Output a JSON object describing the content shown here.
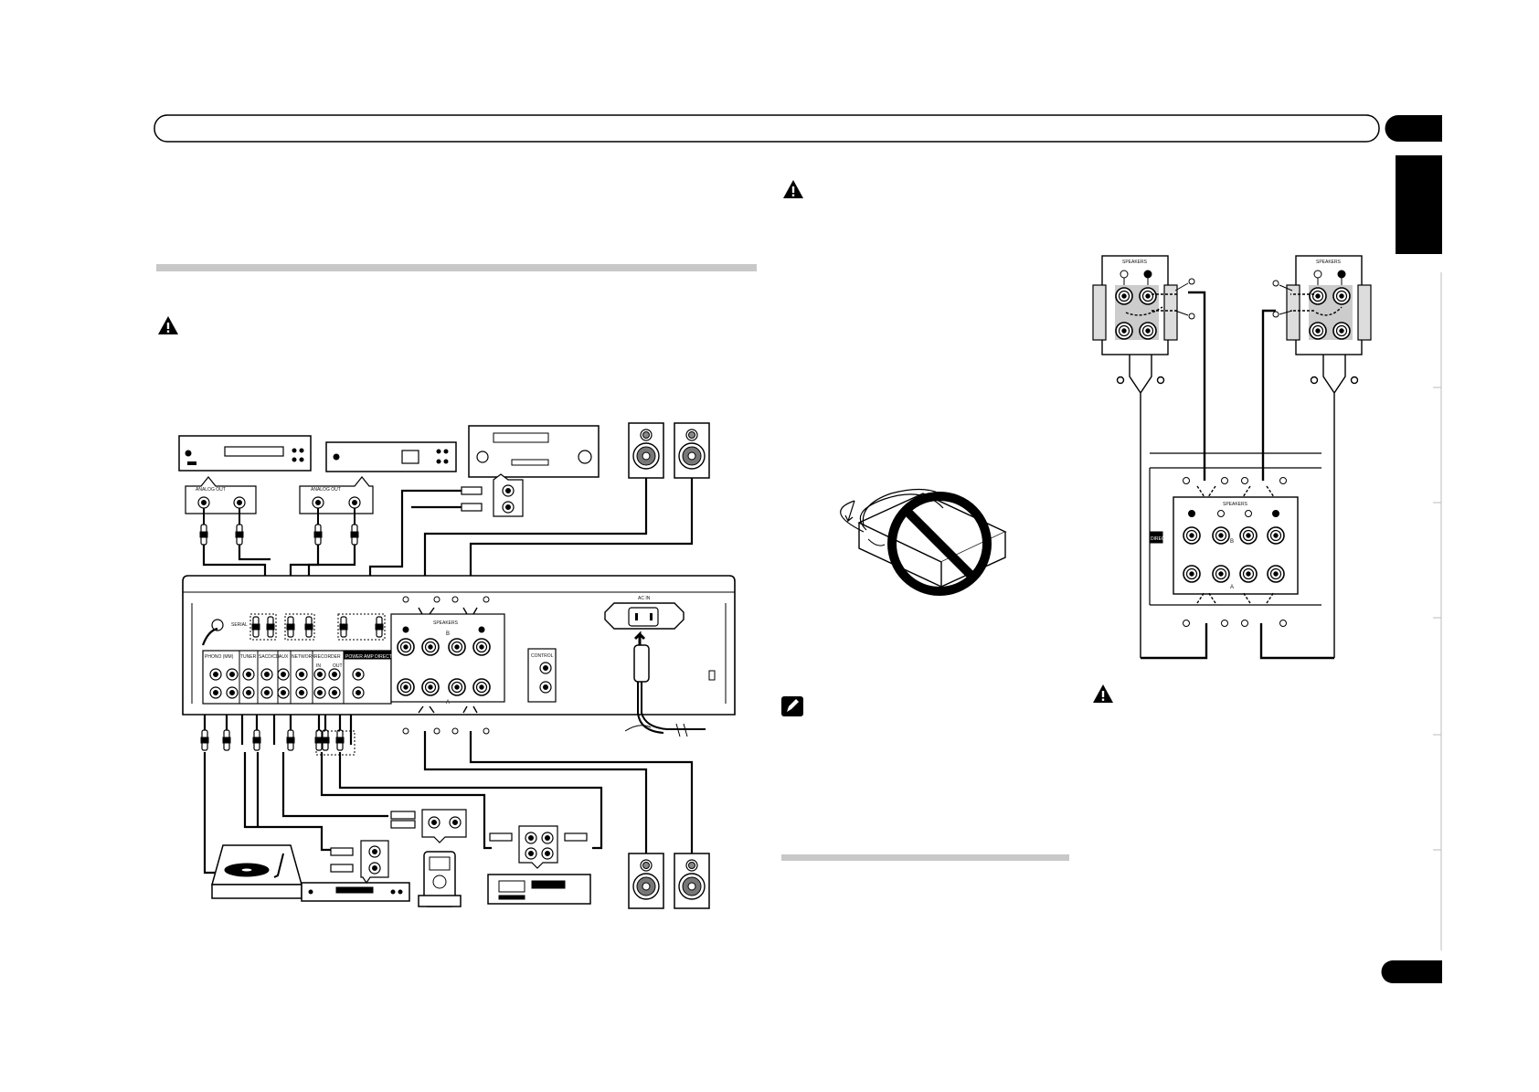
{
  "labels": {
    "serial": "SERIAL",
    "phono": "PHONO (MM)",
    "tuner": "TUNER",
    "cd": "SACD/CD",
    "aux": "AUX",
    "network": "NETWORK",
    "recorder": "RECORDER",
    "power_amp": "POWER AMP DIRECT",
    "speakers": "SPEAKERS",
    "control": "CONTROL",
    "ac_in": "AC IN",
    "analog_out_1": "ANALOG OUT",
    "analog_out_2": "ANALOG OUT",
    "in": "IN",
    "out": "OUT",
    "spk_a": "A",
    "spk_b": "B",
    "spk_left_title": "SPEAKERS",
    "spk_right_title": "SPEAKERS",
    "spk_bottom_title": "SPEAKERS",
    "direct": "DIRECT",
    "plus": "+",
    "minus": "−"
  },
  "colors": {
    "rule_gray": "#c8c8c8",
    "ink": "#000000"
  }
}
